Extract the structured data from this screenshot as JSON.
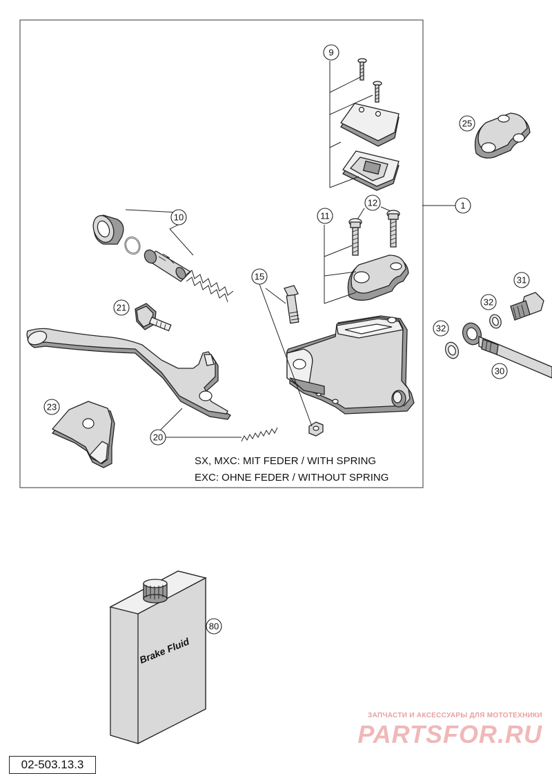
{
  "callouts": {
    "c1": "1",
    "c9": "9",
    "c10": "10",
    "c11": "11",
    "c12": "12",
    "c15": "15",
    "c20": "20",
    "c21": "21",
    "c23": "23",
    "c25": "25",
    "c30": "30",
    "c31": "31",
    "c32a": "32",
    "c32b": "32",
    "c80": "80"
  },
  "notes": {
    "line1": "SX, MXC: MIT FEDER / WITH SPRING",
    "line2": "EXC: OHNE FEDER / WITHOUT SPRING"
  },
  "container_label": "Brake Fluid",
  "document_number": "02-503.13.3",
  "watermark": {
    "line1": "ЗАПЧАСТИ И АКСЕССУАРЫ ДЛЯ МОТОТЕХНИКИ",
    "line2": "PARTSFOR.RU"
  }
}
